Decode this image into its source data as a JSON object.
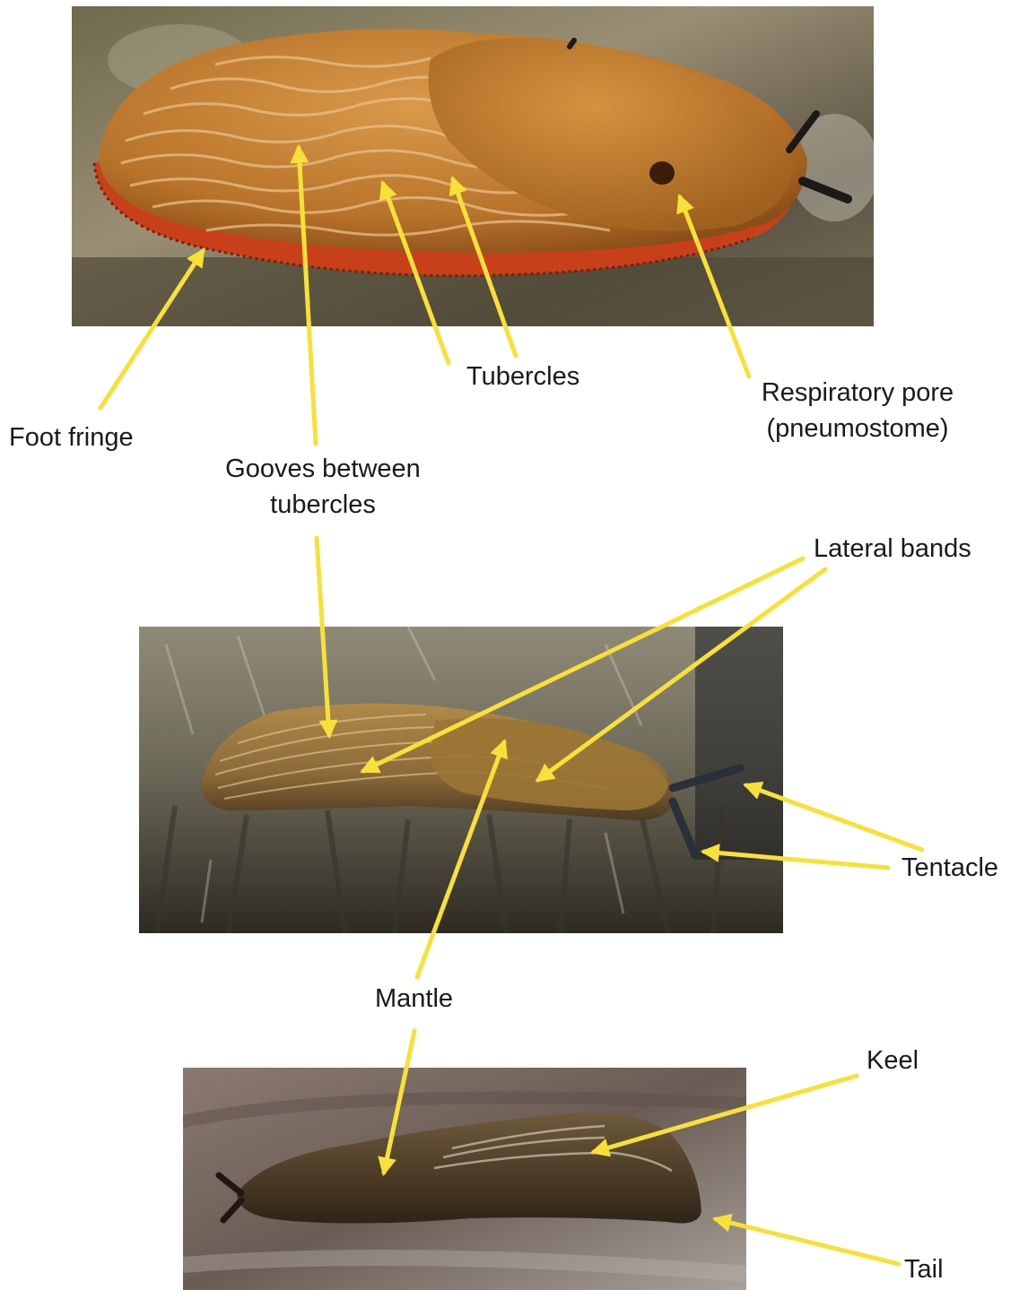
{
  "labels": {
    "foot_fringe": "Foot fringe",
    "tubercles": "Tubercles",
    "respiratory_pore_line1": "Respiratory pore",
    "respiratory_pore_line2": "(pneumostome)",
    "grooves_line1": "Gooves between",
    "grooves_line2": "tubercles",
    "lateral_bands": "Lateral bands",
    "tentacle": "Tentacle",
    "mantle": "Mantle",
    "keel": "Keel",
    "tail": "Tail"
  },
  "colors": {
    "arrow": "#f7e139",
    "slug_orange": "#c0782a",
    "slug_brown": "#8c6a3a",
    "slug_dark": "#4a3a25",
    "foot_fringe": "#c8401a"
  },
  "photos": {
    "top": "orange-slug-photo",
    "middle": "banded-slug-photo",
    "bottom": "dark-keeled-slug-photo"
  }
}
